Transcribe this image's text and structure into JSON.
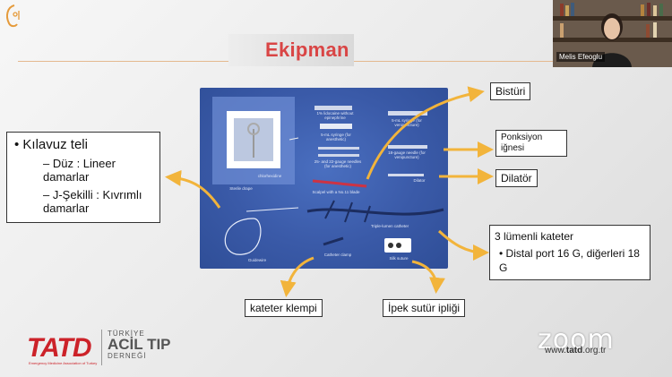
{
  "slide": {
    "title": "Ekipman",
    "logo_signature": "Cos!",
    "guidewire_box": {
      "main": "Kılavuz teli",
      "items": [
        "Düz : Lineer damarlar",
        "J-Şekilli : Kıvrımlı damarlar"
      ]
    },
    "labels": {
      "bisturi": "Bistüri",
      "ponksiyon": "Ponksiyon iğnesi",
      "dilator": "Dilatör",
      "kateter_clamp": "kateter klempi",
      "sutur": "İpek sutür ipliği"
    },
    "catheter_box": {
      "title": "3 lümenli kateter",
      "item": "Distal port 16 G, diğerleri 18 G"
    },
    "photo_labels": {
      "sterile_drape": "Sterile drape",
      "chlorhexidine": "chlorhexidine",
      "lidocaine": "1% lidocaine without epinephrine",
      "syringe5": "5-mL syringe (for anesthetic)",
      "needles": "25- and 22-gauge needles (for anesthetic)",
      "scalpel": "Scalpel with a No.11 blade",
      "syringe_veni": "5-mL syringe (for venipuncture)",
      "needle18": "18-gauge needle (for venipuncture)",
      "dilator": "Dilator",
      "triple_lumen": "Triple-lumen catheter",
      "guidewire": "Guidewire",
      "catheter_clamp": "Catheter clamp",
      "silk_suture": "Silk suture"
    },
    "footer": {
      "org_abbrev": "TATD",
      "org_sub": "Emergency Medicine Association of Turkey",
      "org_line1": "TÜRKİYE",
      "org_line2": "ACİL TIP",
      "org_line3": "DERNEĞİ",
      "website_prefix": "www.",
      "website_bold": "tatd",
      "website_suffix": ".org.tr",
      "zoom": "zoom"
    }
  },
  "webcam": {
    "participant_name": "Melis Efeoglu"
  },
  "colors": {
    "title_red": "#d94545",
    "arrow_yellow": "#f2b43b",
    "photo_blue": "#3a5aa8",
    "tatd_red": "#cc2229"
  }
}
